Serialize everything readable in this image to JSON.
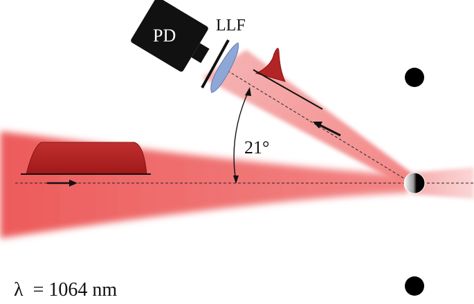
{
  "labels": {
    "photodiode": "PD",
    "filter": "LLF",
    "angle": "21°",
    "wavelength": "λ  = 1064 nm"
  },
  "colors": {
    "beam": "#ef5a5a",
    "beam_light": "#f7b0b0",
    "pulse_fill": "#a82020",
    "pulse_edge": "#c23a3a",
    "detector": "#111111",
    "lens": "#8fa7d6",
    "arrow": "#111111",
    "particle": "#000000"
  },
  "annotations": {
    "angle_deg": 21,
    "arrow_icons": [
      "right-arrow-icon",
      "left-arrow-icon"
    ]
  }
}
